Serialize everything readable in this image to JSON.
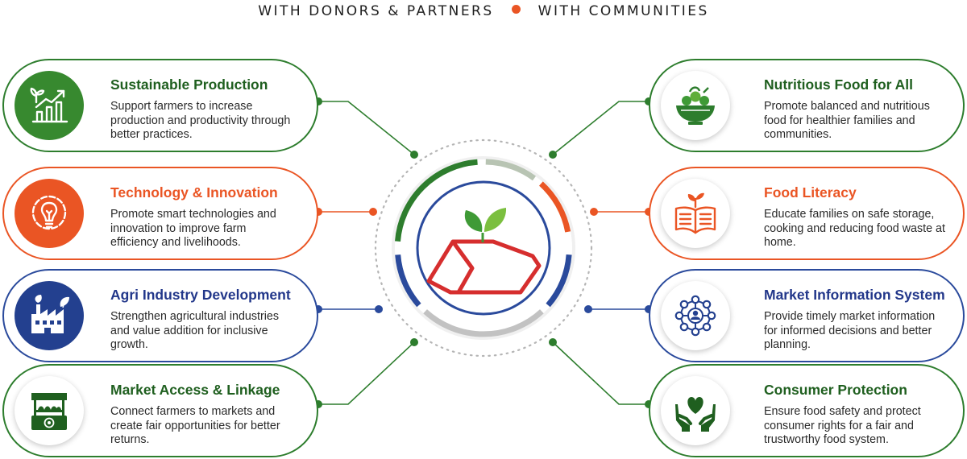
{
  "header": {
    "left_label": "WITH DONORS & PARTNERS",
    "right_label": "WITH COMMUNITIES",
    "separator_color": "#ea5524"
  },
  "colors": {
    "green": "#2d7d2d",
    "orange": "#ea5524",
    "blue": "#2a4a9c",
    "red": "#d62e2e",
    "grey": "#b8bcb8"
  },
  "left_cards": [
    {
      "title": "Sustainable Production",
      "description": "Support farmers to increase production and productivity through better practices.",
      "icon": "growth-chart-icon",
      "color": "green"
    },
    {
      "title": "Technology & Innovation",
      "description": "Promote smart technologies and innovation to improve farm efficiency and livelihoods.",
      "icon": "lightbulb-gear-icon",
      "color": "orange"
    },
    {
      "title": "Agri Industry Development",
      "description": "Strengthen agricultural industries and value addition for inclusive growth.",
      "icon": "factory-icon",
      "color": "blue"
    },
    {
      "title": "Market Access & Linkage",
      "description": "Connect farmers to markets and create fair opportunities for better returns.",
      "icon": "market-stall-icon",
      "color": "green"
    }
  ],
  "right_cards": [
    {
      "title": "Nutritious Food for All",
      "description": "Promote balanced and nutritious food for healthier families and communities.",
      "icon": "salad-bowl-icon",
      "color": "green"
    },
    {
      "title": "Food Literacy",
      "description": "Educate families on safe storage, cooking and reducing food waste at home.",
      "icon": "book-sprout-icon",
      "color": "orange"
    },
    {
      "title": "Market Information System",
      "description": "Provide timely market information for informed decisions and better planning.",
      "icon": "network-icon",
      "color": "blue"
    },
    {
      "title": "Consumer Protection",
      "description": "Ensure food safety and protect consumer rights for a fair and trustworthy food system.",
      "icon": "heart-hands-icon",
      "color": "green"
    }
  ]
}
